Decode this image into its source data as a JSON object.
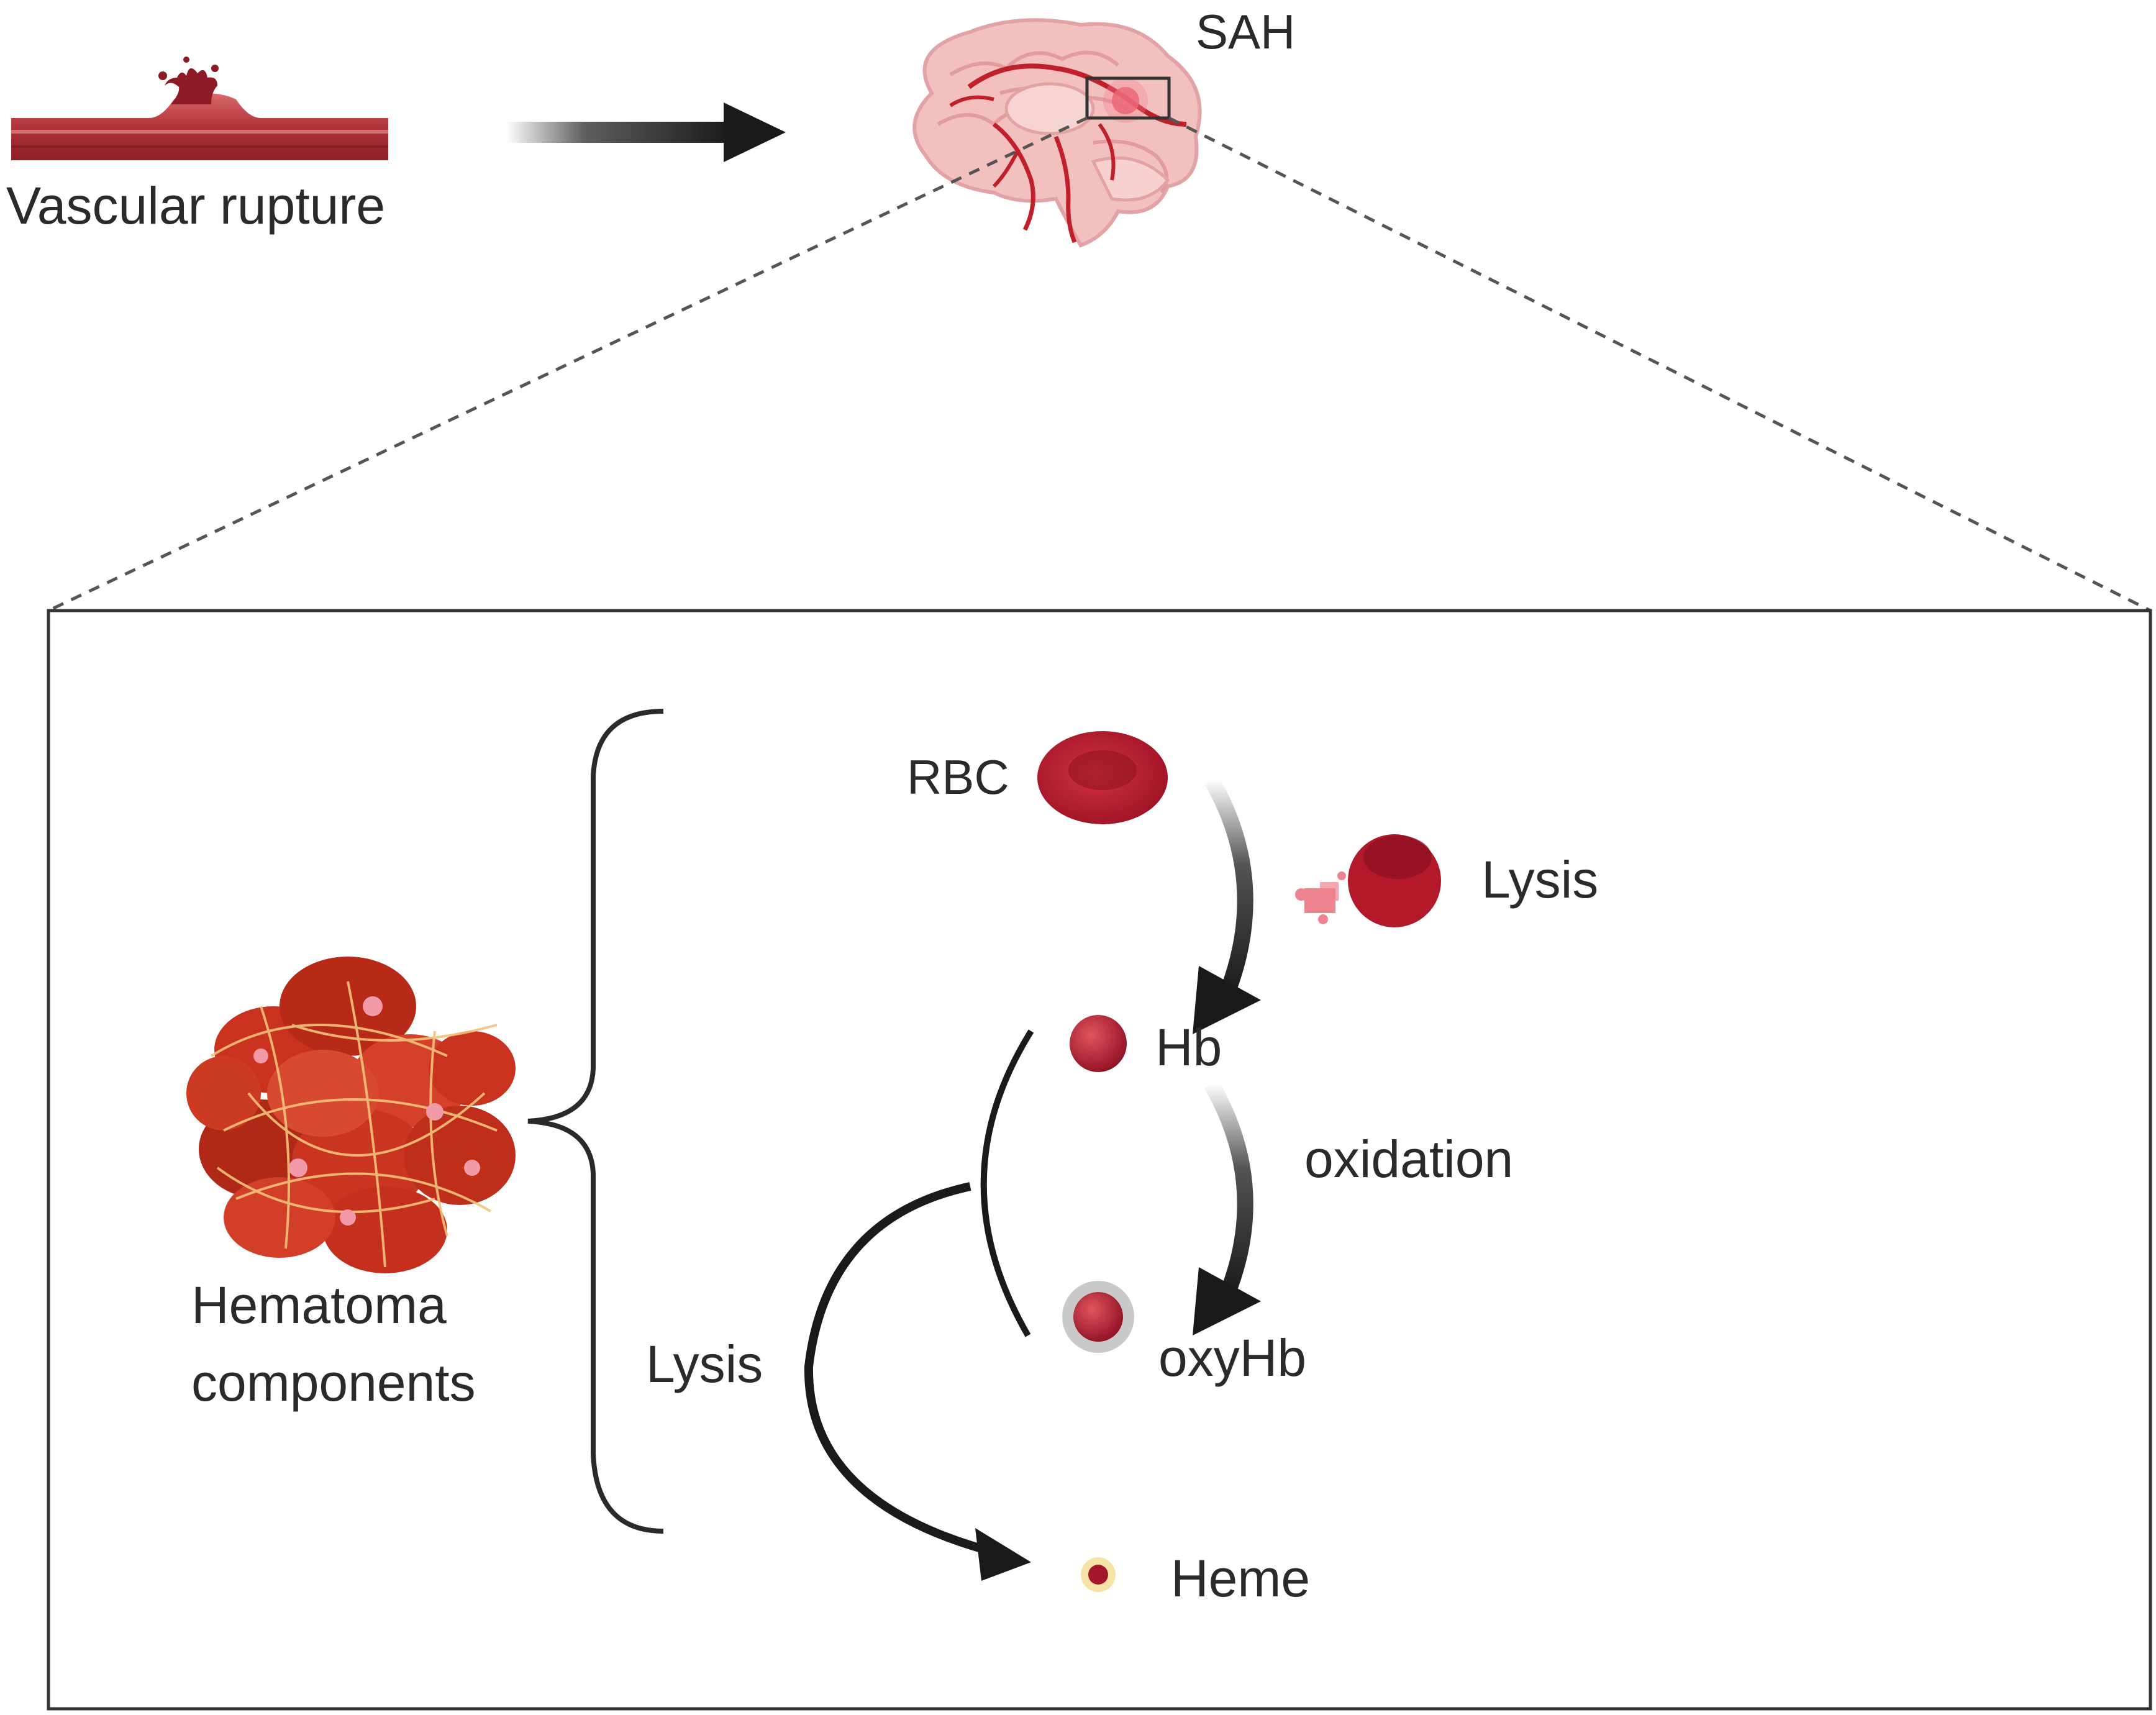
{
  "labels": {
    "vascular_rupture": "Vascular rupture",
    "sah": "SAH",
    "hematoma_line1": "Hematoma",
    "hematoma_line2": "components",
    "rbc": "RBC",
    "lysis_top": "Lysis",
    "hb": "Hb",
    "oxidation": "oxidation",
    "oxyhb": "oxyHb",
    "lysis_left": "Lysis",
    "heme": "Heme"
  },
  "colors": {
    "vessel": "#b8383f",
    "blood": "#a8172a",
    "brain": "#f2b8b8",
    "brain_vessel": "#c0202a",
    "hematoma": "#c8321e",
    "fibrin": "#f3c27a",
    "arrow": "#1a1a1a",
    "dashed": "#555555",
    "oxy_ring": "#bdbdbd",
    "heme_ring": "#f7e3a8"
  },
  "icons": {
    "vessel": "ruptured-vessel-icon",
    "brain": "brain-icon",
    "hematoma": "hematoma-clot-icon",
    "rbc": "red-blood-cell-icon",
    "lysed_rbc": "lysed-rbc-icon",
    "hb": "hemoglobin-icon",
    "oxyhb": "oxyhemoglobin-icon",
    "heme": "heme-icon"
  }
}
